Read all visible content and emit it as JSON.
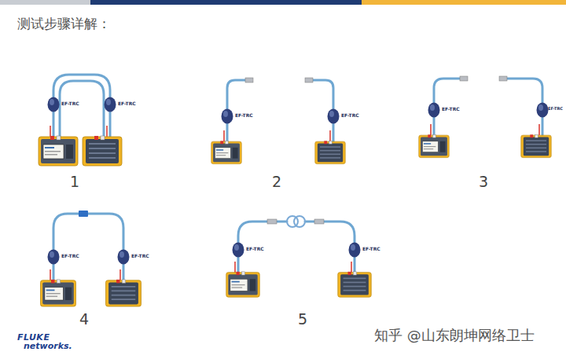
{
  "diagram": {
    "title": "测试步骤详解：",
    "labels": [
      "EF-TRC",
      "EF-TRC",
      "EF-TRC",
      "EF-TRC",
      "EF-TRC",
      "EF-TRC",
      "EF-TRC",
      "EF-TRC",
      "EF-TRC",
      "EF-TRC",
      "1",
      "2",
      "3",
      "4",
      "5",
      "FLUKE",
      "networks.",
      "知乎 @山东朗坤网络卫士"
    ]
  }
}
